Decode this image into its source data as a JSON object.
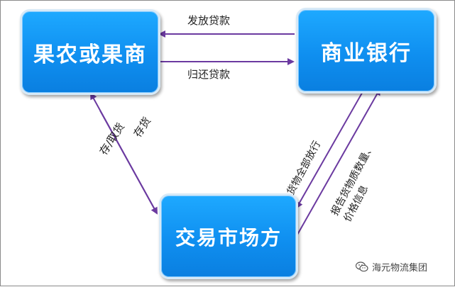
{
  "nodes": {
    "farmer": "果农或果商",
    "bank": "商业银行",
    "market": "交易市场方"
  },
  "edges": {
    "loan": "发放贷款",
    "repay": "归还贷款",
    "store": "存货",
    "store_withdraw": "存/取货",
    "release_goods": "货物全部放行",
    "report_line1": "报告货物质数量、",
    "report_line2": "价格信息"
  },
  "watermark": {
    "text": "海元物流集团",
    "icon": "wechat-icon"
  },
  "colors": {
    "node_fill": "#1595f5",
    "arrow": "#6b3aa0"
  }
}
